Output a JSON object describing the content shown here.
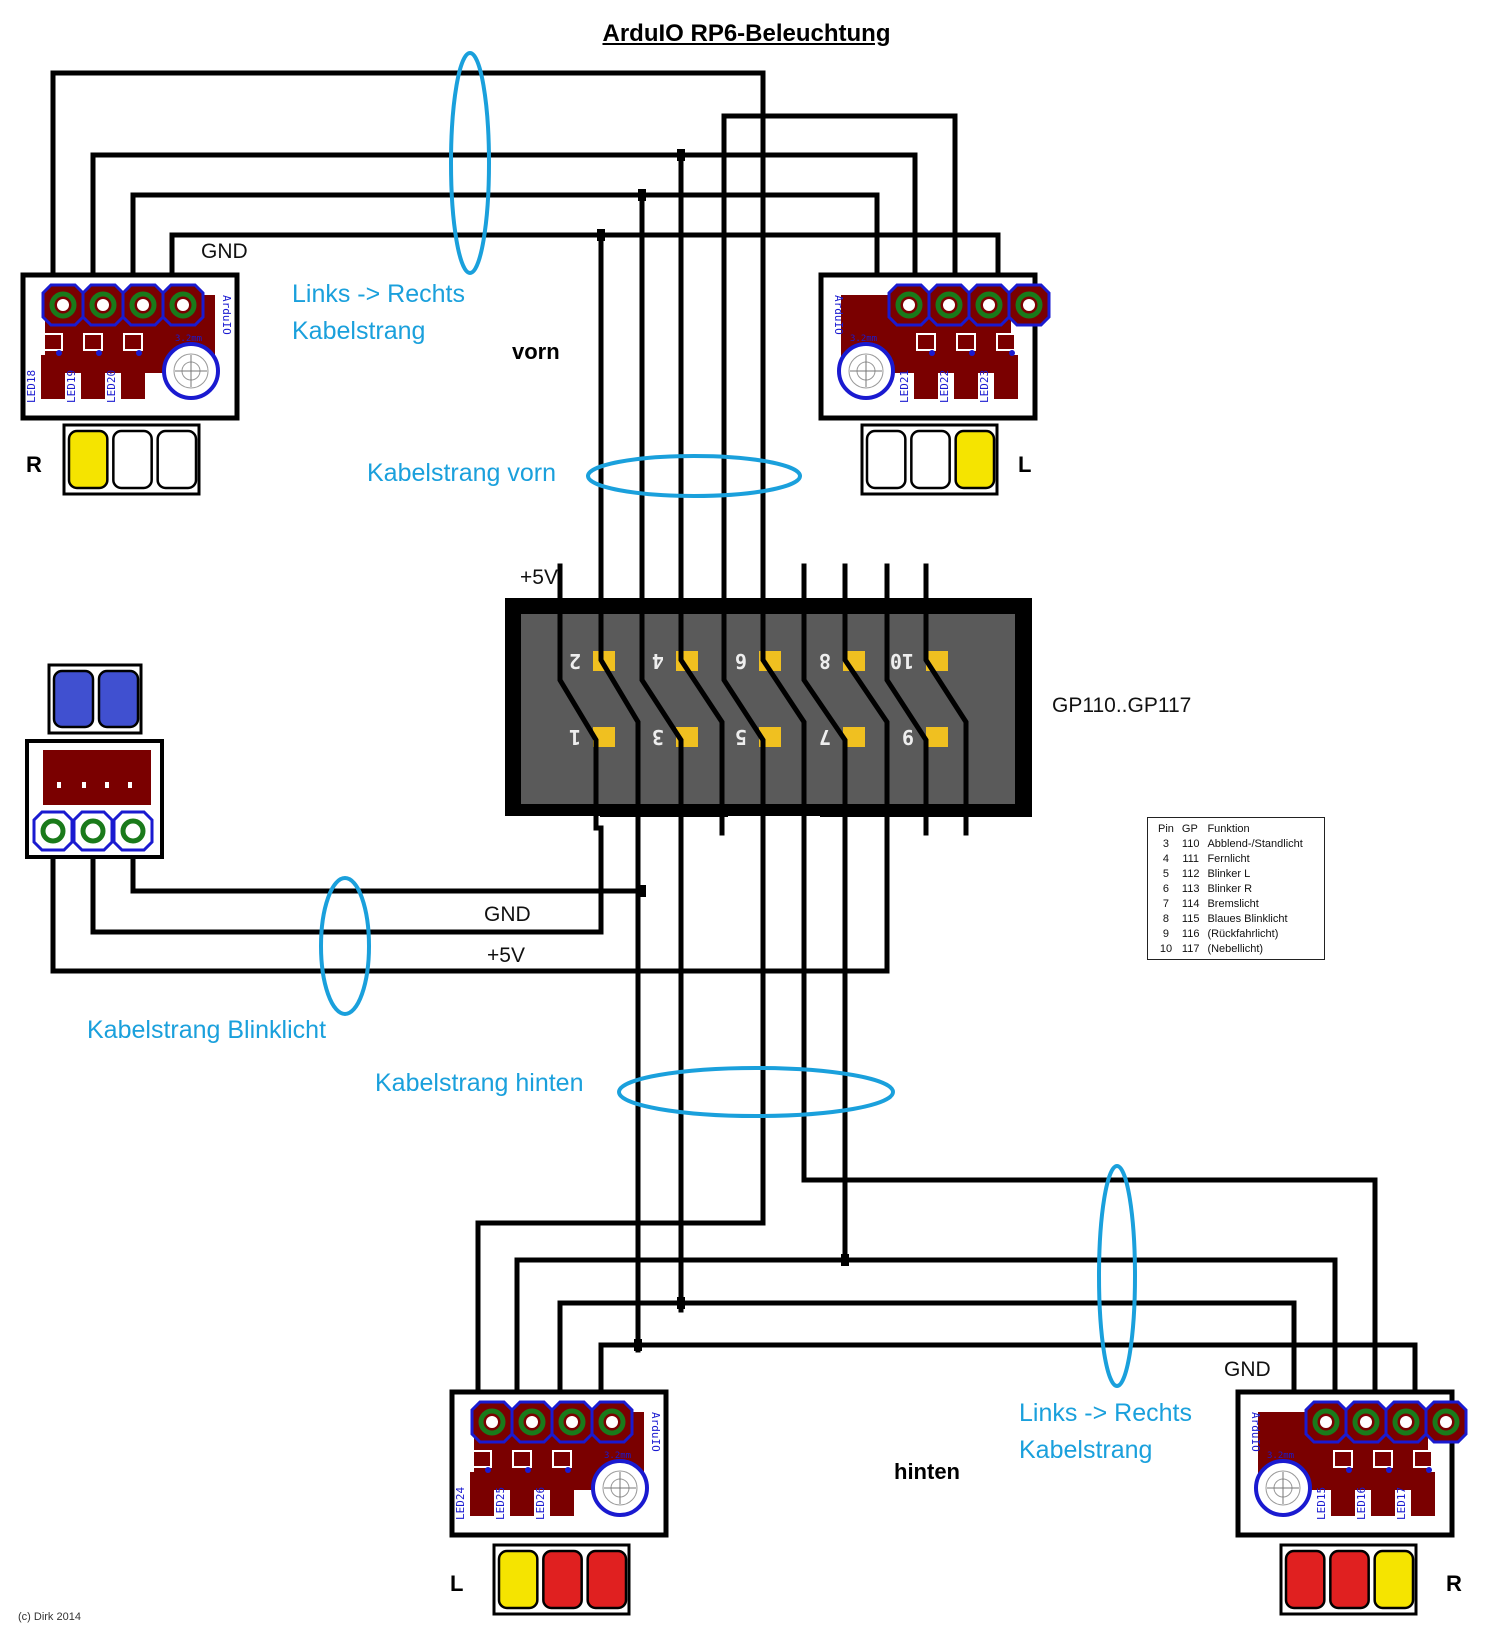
{
  "title": "ArduIO RP6-Beleuchtung",
  "labels": {
    "front": "vorn",
    "rear": "hinten",
    "left": "L",
    "right": "R",
    "gnd": "GND",
    "plus5v": "+5V",
    "connector": "GP110..GP117",
    "copyright": "(c) Dirk 2014"
  },
  "harness_labels": {
    "front_lr_line1": "Links -> Rechts",
    "front_lr_line2": "Kabelstrang",
    "front": "Kabelstrang vorn",
    "blink": "Kabelstrang Blinklicht",
    "rear": "Kabelstrang hinten",
    "rear_lr_line1": "Links -> Rechts",
    "rear_lr_line2": "Kabelstrang"
  },
  "boards": {
    "front_left": {
      "leds": [
        "LED18",
        "LED19",
        "LED20"
      ],
      "brand": "ArduIO",
      "hole": "3.2mm"
    },
    "front_right": {
      "leds": [
        "LED21",
        "LED22",
        "LED23"
      ],
      "brand": "ArduIO",
      "hole": "3.2mm"
    },
    "rear_left": {
      "leds": [
        "LED24",
        "LED25",
        "LED26"
      ],
      "brand": "ArduIO",
      "hole": "3.2mm"
    },
    "rear_right": {
      "leds": [
        "LED15",
        "LED16",
        "LED17"
      ],
      "brand": "ArduIO",
      "hole": "3.2mm"
    }
  },
  "lamp_colors": {
    "front_left": [
      "#f5e400",
      "#ffffff",
      "#ffffff"
    ],
    "front_right": [
      "#ffffff",
      "#ffffff",
      "#f5e400"
    ],
    "rear_left": [
      "#f5e400",
      "#e02020",
      "#e02020"
    ],
    "rear_right": [
      "#e02020",
      "#e02020",
      "#f5e400"
    ],
    "blink": [
      "#4050d0",
      "#4050d0"
    ]
  },
  "connector_pins": {
    "top_row": [
      "2",
      "4",
      "6",
      "8",
      "10"
    ],
    "bottom_row": [
      "1",
      "3",
      "5",
      "7",
      "9"
    ]
  },
  "pin_table": {
    "headers": [
      "Pin",
      "GP",
      "Funktion"
    ],
    "rows": [
      [
        "3",
        "110",
        "Abblend-/Standlicht"
      ],
      [
        "4",
        "111",
        "Fernlicht"
      ],
      [
        "5",
        "112",
        "Blinker L"
      ],
      [
        "6",
        "113",
        "Blinker R"
      ],
      [
        "7",
        "114",
        "Bremslicht"
      ],
      [
        "8",
        "115",
        "Blaues Blinklicht"
      ],
      [
        "9",
        "116",
        "(Rückfahrlicht)"
      ],
      [
        "10",
        "117",
        "(Nebellicht)"
      ]
    ]
  },
  "colors": {
    "wire": "#000000",
    "harness": "#1aa0dc",
    "pcb_copper": "#7a0000",
    "pad_ring": "#1a7a1a",
    "silk": "#1a1ad0",
    "connector_body": "#5a5a5a",
    "connector_pad": "#f0c020"
  }
}
